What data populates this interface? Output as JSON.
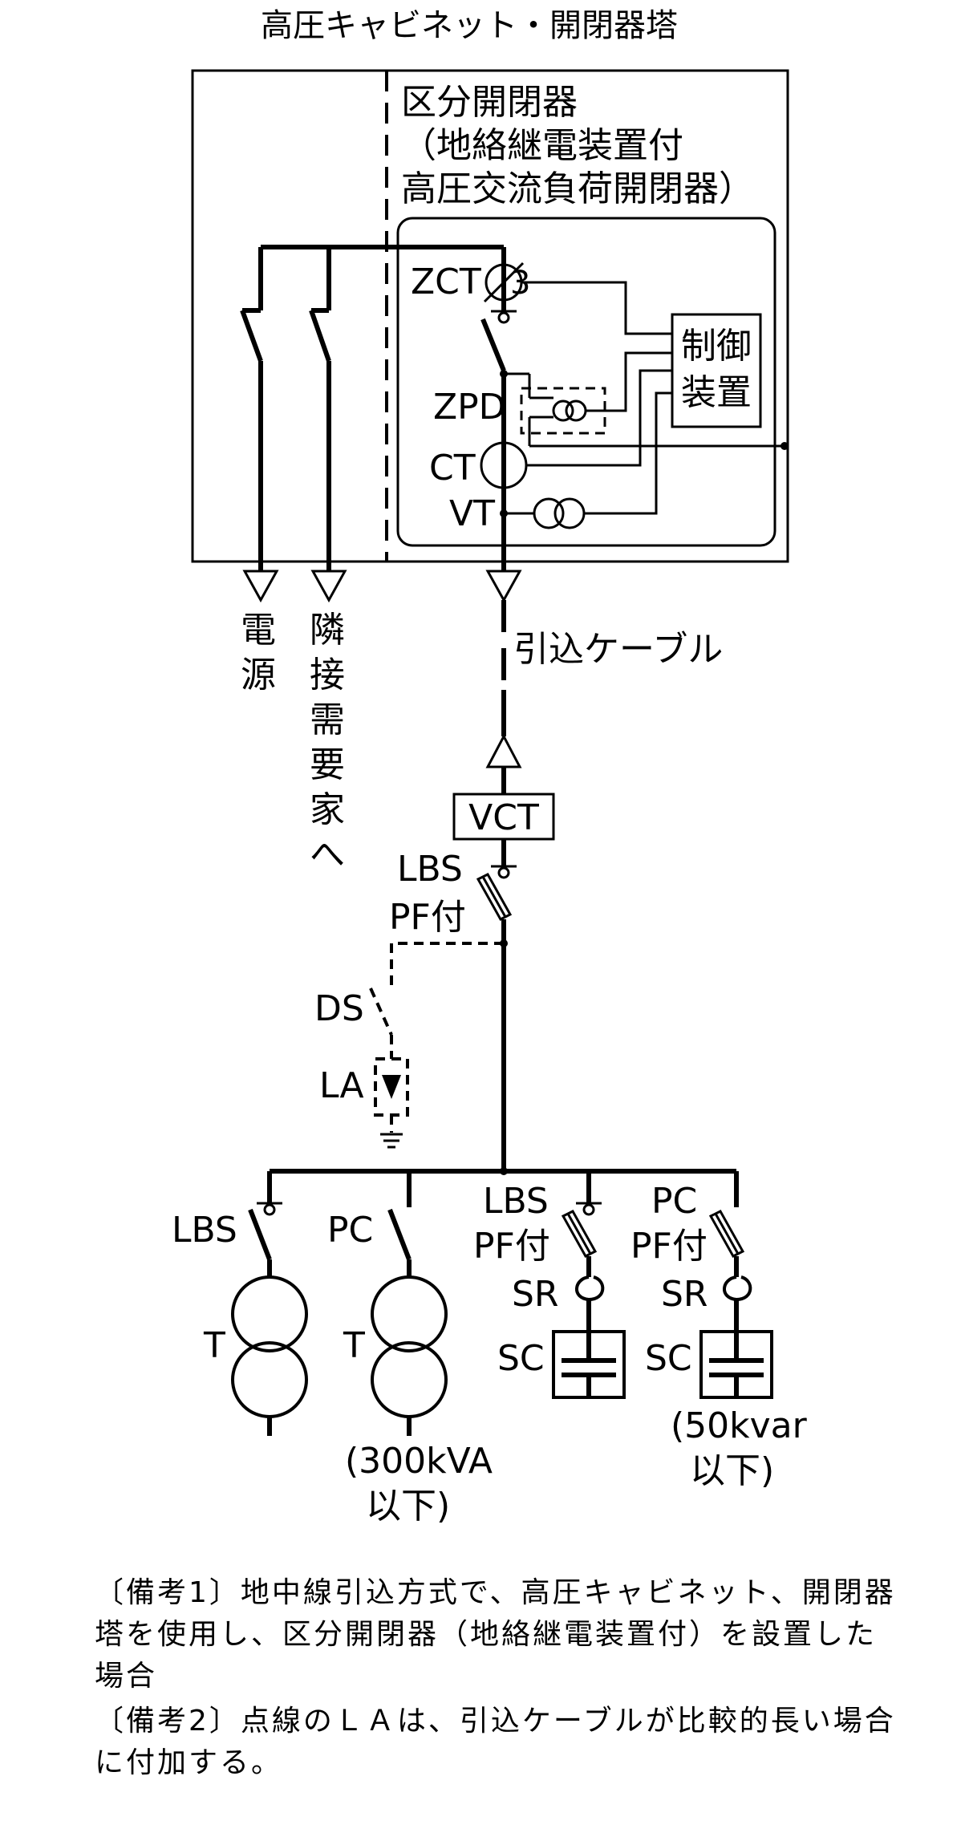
{
  "diagram": {
    "title": "高圧キャビネット・開閉器塔",
    "switch_label_1": "区分開閉器",
    "switch_label_2": "（地絡継電装置付",
    "switch_label_3": "高圧交流負荷開閉器）",
    "zct": "ZCT",
    "zct_relay": "3",
    "zpd": "ZPD",
    "ct": "CT",
    "vt": "VT",
    "control_1": "制御",
    "control_2": "装置",
    "power_source": [
      "電",
      "源"
    ],
    "to_neighbor": [
      "隣",
      "接",
      "需",
      "要",
      "家",
      "へ"
    ],
    "cable": "引込ケーブル",
    "vct": "VCT",
    "main_lbs_1": "LBS",
    "main_lbs_2": "PF付",
    "ds": "DS",
    "la": "LA",
    "branch_lbs": "LBS",
    "branch_pc": "PC",
    "t1": "T",
    "t2": "T",
    "lbs_pf_1": "LBS",
    "lbs_pf_2": "PF付",
    "pc_pf_1": "PC",
    "pc_pf_2": "PF付",
    "sr1": "SR",
    "sr2": "SR",
    "sc1": "SC",
    "sc2": "SC",
    "kva_1": "(300kVA",
    "kva_2": "以下)",
    "kvar_1": "(50kvar",
    "kvar_2": "以下)"
  },
  "notes": {
    "note1": "〔備考1〕地中線引込方式で、高圧キャビネット、開閉器塔を使用し、区分開閉器（地絡継電装置付）を設置した場合",
    "note2": "〔備考2〕点線のＬＡは、引込ケーブルが比較的長い場合に付加する。"
  }
}
